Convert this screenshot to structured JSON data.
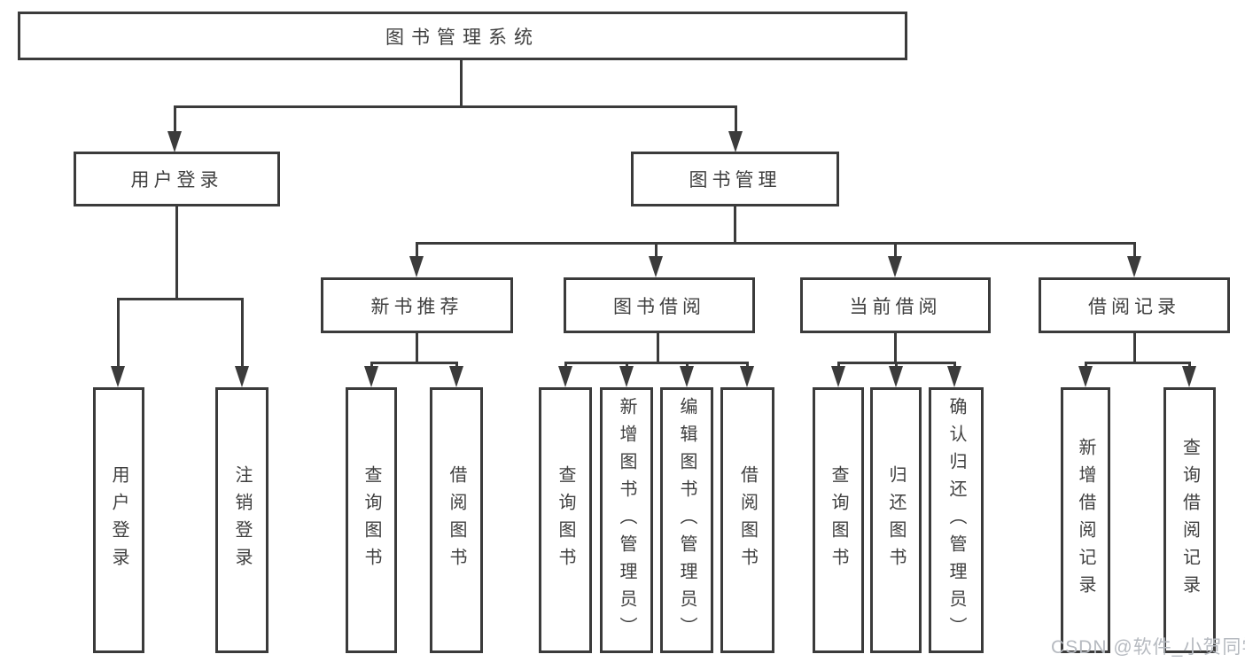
{
  "diagram": {
    "root": {
      "label": "图书管理系统"
    },
    "level2": {
      "user_login": {
        "label": "用户登录"
      },
      "book_mgmt": {
        "label": "图书管理"
      }
    },
    "level3": {
      "new_book": {
        "label": "新书推荐"
      },
      "borrow": {
        "label": "图书借阅"
      },
      "current": {
        "label": "当前借阅"
      },
      "record": {
        "label": "借阅记录"
      }
    },
    "leaves": {
      "user_login": {
        "label": "用户登录"
      },
      "logout": {
        "label": "注销登录"
      },
      "new_book_query": {
        "label": "查询图书"
      },
      "new_book_borrow": {
        "label": "借阅图书"
      },
      "borrow_query": {
        "label": "查询图书"
      },
      "borrow_add": {
        "label": "新增图书（管理员）"
      },
      "borrow_edit": {
        "label": "编辑图书（管理员）"
      },
      "borrow_borrow": {
        "label": "借阅图书"
      },
      "current_query": {
        "label": "查询图书"
      },
      "current_return": {
        "label": "归还图书"
      },
      "current_confirm": {
        "label": "确认归还（管理员）"
      },
      "record_add": {
        "label": "新增借阅记录"
      },
      "record_query": {
        "label": "查询借阅记录"
      }
    }
  },
  "watermark": {
    "text": "CSDN @软件_小贺同学"
  },
  "colors": {
    "line": "#3b3b3b",
    "text": "#3f3f3f",
    "watermark": "#b6bac0",
    "background": "#ffffff"
  }
}
